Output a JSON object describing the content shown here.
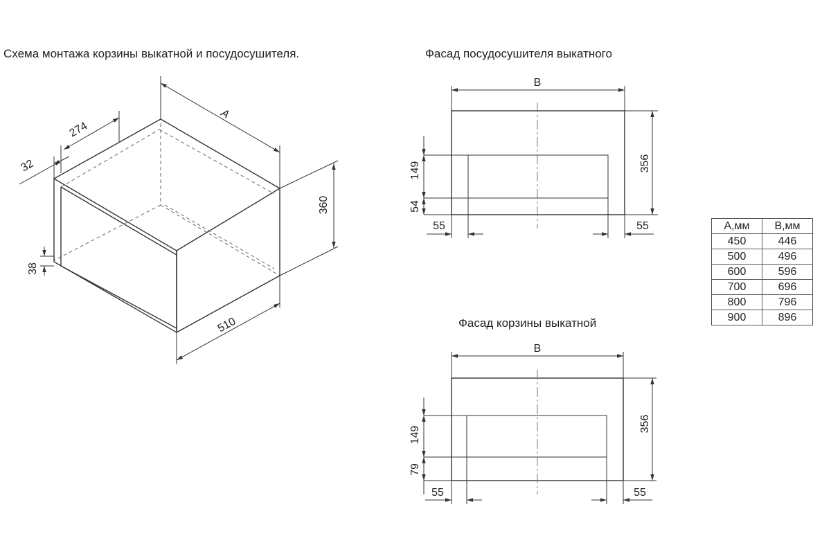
{
  "titles": {
    "main": "Схема монтажа корзины выкатной и посудосушителя.",
    "dryer": "Фасад посудосушителя выкатного",
    "basket": "Фасад корзины выкатной"
  },
  "iso": {
    "dim_a": "A",
    "dim_274": "274",
    "dim_32": "32",
    "dim_360": "360",
    "dim_38": "38",
    "dim_510": "510"
  },
  "dryer": {
    "dim_b": "B",
    "dim_356": "356",
    "dim_149": "149",
    "dim_54": "54",
    "dim_55_left": "55",
    "dim_55_right": "55"
  },
  "basket": {
    "dim_b": "B",
    "dim_356": "356",
    "dim_149": "149",
    "dim_79": "79",
    "dim_55_left": "55",
    "dim_55_right": "55"
  },
  "table": {
    "headers": [
      "A,мм",
      "B,мм"
    ],
    "rows": [
      [
        "450",
        "446"
      ],
      [
        "500",
        "496"
      ],
      [
        "600",
        "596"
      ],
      [
        "700",
        "696"
      ],
      [
        "800",
        "796"
      ],
      [
        "900",
        "896"
      ]
    ]
  }
}
